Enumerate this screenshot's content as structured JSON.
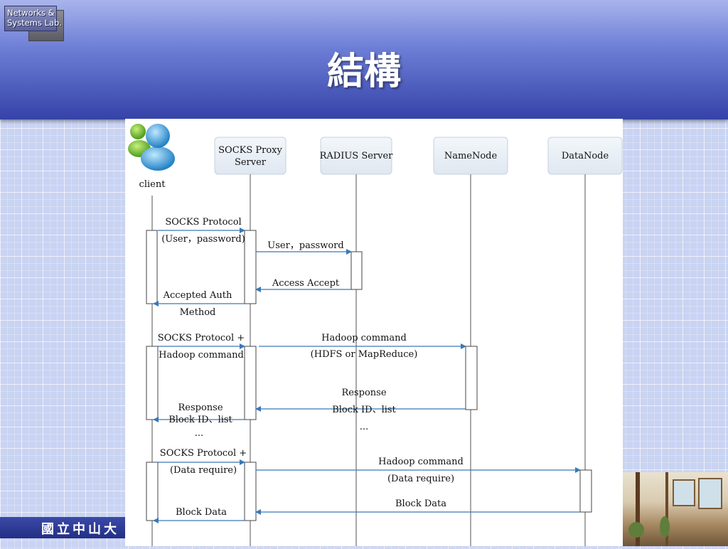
{
  "header": {
    "logo_text_line1": "Networks &",
    "logo_text_line2": "Systems Lab.",
    "title": "結構"
  },
  "footer": {
    "text": "國立中山大"
  },
  "diagram": {
    "participants": [
      {
        "id": "client",
        "label": "client"
      },
      {
        "id": "socks",
        "label_line1": "SOCKS Proxy",
        "label_line2": "Server"
      },
      {
        "id": "radius",
        "label": "RADIUS Server"
      },
      {
        "id": "namenode",
        "label": "NameNode"
      },
      {
        "id": "datanode",
        "label": "DataNode"
      }
    ],
    "messages": {
      "m1_line1": "SOCKS Protocol",
      "m1_line2": "(User，password)",
      "m2": "User，password",
      "m3": "Access Accept",
      "m4_line1": "Accepted Auth",
      "m4_line2": "Method",
      "m5_line1": "SOCKS Protocol +",
      "m5_line2": "Hadoop command",
      "m6_line1": "Hadoop command",
      "m6_line2": "(HDFS or MapReduce)",
      "m7_line1": "Response",
      "m7_line2": "Block ID、list",
      "m8_line1": "Response",
      "m8_line2": "Block ID、list",
      "ellipsis_left": "...",
      "ellipsis_mid": "...",
      "m9_line1": "SOCKS Protocol +",
      "m9_line2": "(Data require)",
      "m10_line1": "Hadoop command",
      "m10_line2": "(Data require)",
      "m11": "Block Data",
      "m12": "Block Data"
    },
    "colors": {
      "arrow": "#3a78b8",
      "participant_box": "#e6edf5",
      "lifeline": "#a9a9a9"
    }
  }
}
